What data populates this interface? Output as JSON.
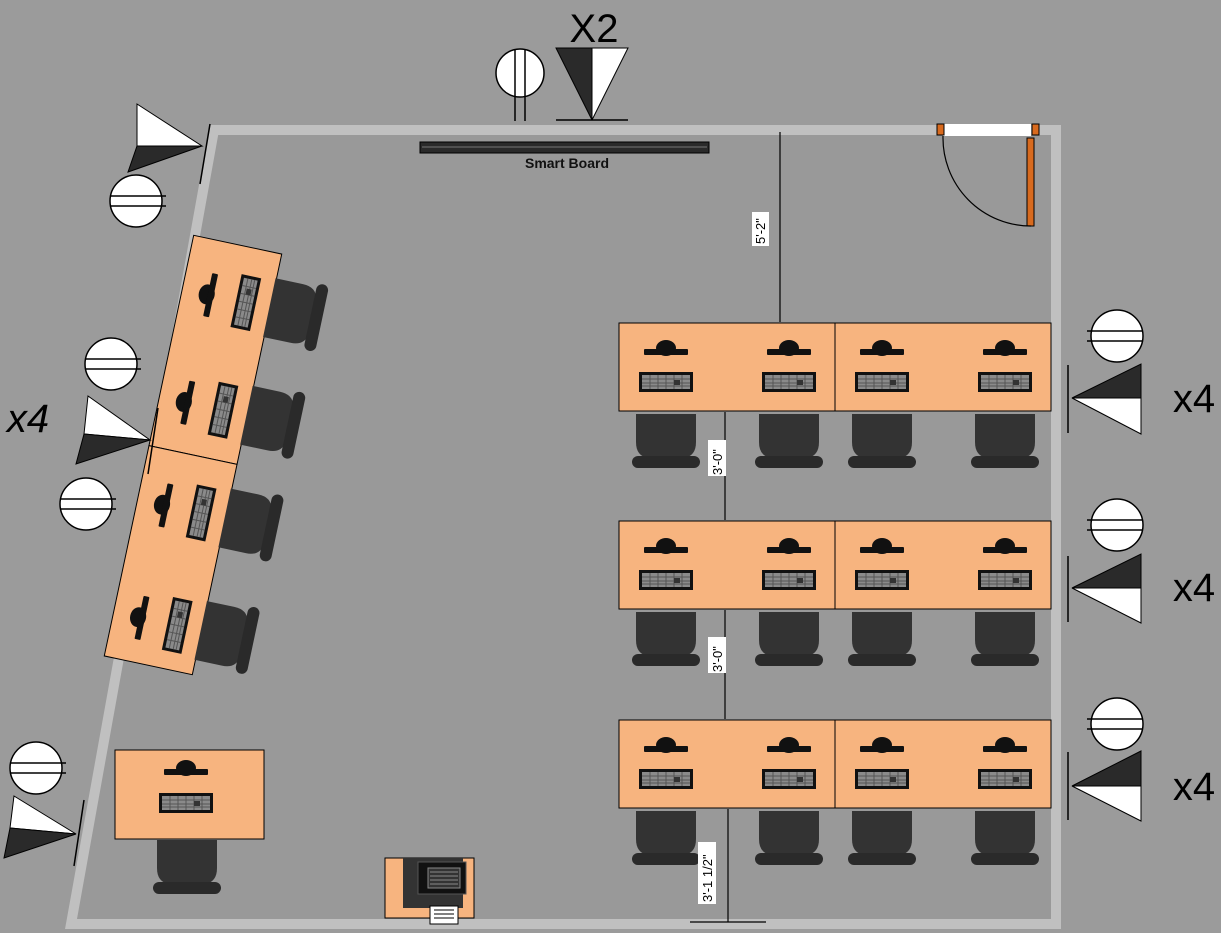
{
  "labels": {
    "smart_board": "Smart Board",
    "camera_top_count": "X2",
    "camera_left_count": "x4",
    "camera_right_row1_count": "x4",
    "camera_right_row2_count": "x4",
    "camera_right_row3_count": "x4"
  },
  "dimensions": {
    "board_to_row1": "5'-2\"",
    "row1_to_row2": "3'-0\"",
    "row2_to_row3": "3'-0\"",
    "row3_to_wall": "3'-1 1/2\""
  },
  "colors": {
    "background": "#9b9b9b",
    "floor": "#999999",
    "wall": "#bfbfbf",
    "desk": "#f7b47f",
    "chair": "#333333",
    "door": "#d86a1e",
    "smart_board": "#2a2a2a"
  },
  "icons": [
    "camera-icon",
    "speaker-icon",
    "monitor-icon",
    "keyboard-icon",
    "chair-icon",
    "door-icon",
    "printer-icon"
  ]
}
